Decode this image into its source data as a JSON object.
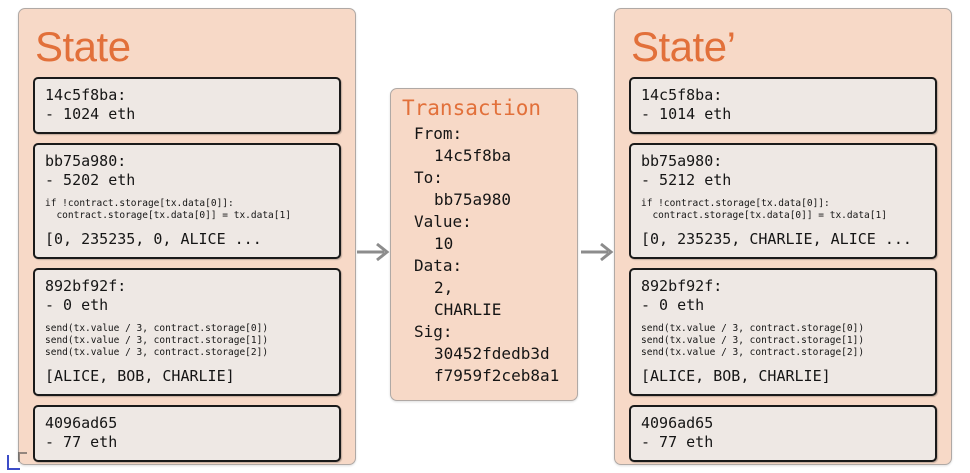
{
  "colors": {
    "panel_bg": "#f7d9c7",
    "box_bg": "#eee8e4",
    "title_orange": "#e2703a",
    "text": "#151515",
    "arrow_gray": "#8c8c8c",
    "marker_blue": "#3b4cc8"
  },
  "states": [
    {
      "title": "State",
      "accounts": [
        {
          "address": "14c5f8ba:",
          "balance": "- 1024 eth",
          "code": [],
          "storage": ""
        },
        {
          "address": "bb75a980:",
          "balance": "- 5202 eth",
          "code": [
            "if !contract.storage[tx.data[0]]:",
            "  contract.storage[tx.data[0]] = tx.data[1]"
          ],
          "storage": "[0, 235235, 0, ALICE ..."
        },
        {
          "address": "892bf92f:",
          "balance": "- 0 eth",
          "code": [
            "send(tx.value / 3, contract.storage[0])",
            "send(tx.value / 3, contract.storage[1])",
            "send(tx.value / 3, contract.storage[2])"
          ],
          "storage": "[ALICE, BOB, CHARLIE]"
        },
        {
          "address": "4096ad65",
          "balance": "- 77 eth",
          "code": [],
          "storage": ""
        }
      ]
    },
    {
      "title": "State’",
      "accounts": [
        {
          "address": "14c5f8ba:",
          "balance": "- 1014 eth",
          "code": [],
          "storage": ""
        },
        {
          "address": "bb75a980:",
          "balance": "- 5212 eth",
          "code": [
            "if !contract.storage[tx.data[0]]:",
            "  contract.storage[tx.data[0]] = tx.data[1]"
          ],
          "storage": "[0, 235235, CHARLIE, ALICE ..."
        },
        {
          "address": "892bf92f:",
          "balance": "- 0 eth",
          "code": [
            "send(tx.value / 3, contract.storage[0])",
            "send(tx.value / 3, contract.storage[1])",
            "send(tx.value / 3, contract.storage[2])"
          ],
          "storage": "[ALICE, BOB, CHARLIE]"
        },
        {
          "address": "4096ad65",
          "balance": "- 77 eth",
          "code": [],
          "storage": ""
        }
      ]
    }
  ],
  "transaction": {
    "title": "Transaction",
    "fields": [
      {
        "key": "From:",
        "values": [
          "14c5f8ba"
        ]
      },
      {
        "key": "To:",
        "values": [
          "bb75a980"
        ]
      },
      {
        "key": "Value:",
        "values": [
          "10"
        ]
      },
      {
        "key": "Data:",
        "values": [
          "2,",
          "CHARLIE"
        ]
      },
      {
        "key": "Sig:",
        "values": [
          "30452fdedb3d",
          "f7959f2ceb8a1"
        ]
      }
    ]
  },
  "arrows": [
    {
      "name": "arrow-state-to-transaction"
    },
    {
      "name": "arrow-transaction-to-state-prime"
    }
  ]
}
